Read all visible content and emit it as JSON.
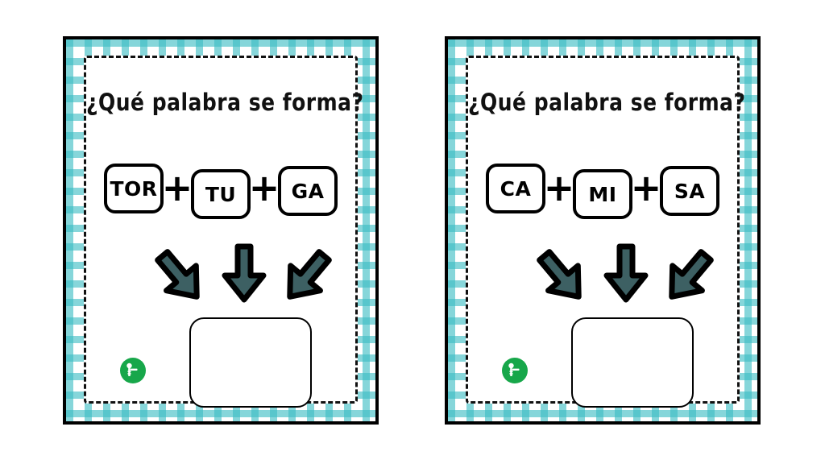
{
  "page": {
    "background_color": "#ffffff",
    "accent_color": "#3cbcc4",
    "arrow_fill_color": "#3d6063",
    "outline_color": "#000000",
    "logo_color": "#17a74a"
  },
  "cards": [
    {
      "id": "card-1",
      "title": "¿Qué palabra se forma?",
      "operator": "+",
      "syllables": [
        "TOR",
        "TU",
        "GA"
      ],
      "answer_value": "",
      "arrows": [
        "arrow-down-right",
        "arrow-down",
        "arrow-down-left"
      ],
      "logo_name": "brand-logo-badge"
    },
    {
      "id": "card-2",
      "title": "¿Qué palabra se forma?",
      "operator": "+",
      "syllables": [
        "CA",
        "MI",
        "SA"
      ],
      "answer_value": "",
      "arrows": [
        "arrow-down-right",
        "arrow-down",
        "arrow-down-left"
      ],
      "logo_name": "brand-logo-badge"
    }
  ]
}
